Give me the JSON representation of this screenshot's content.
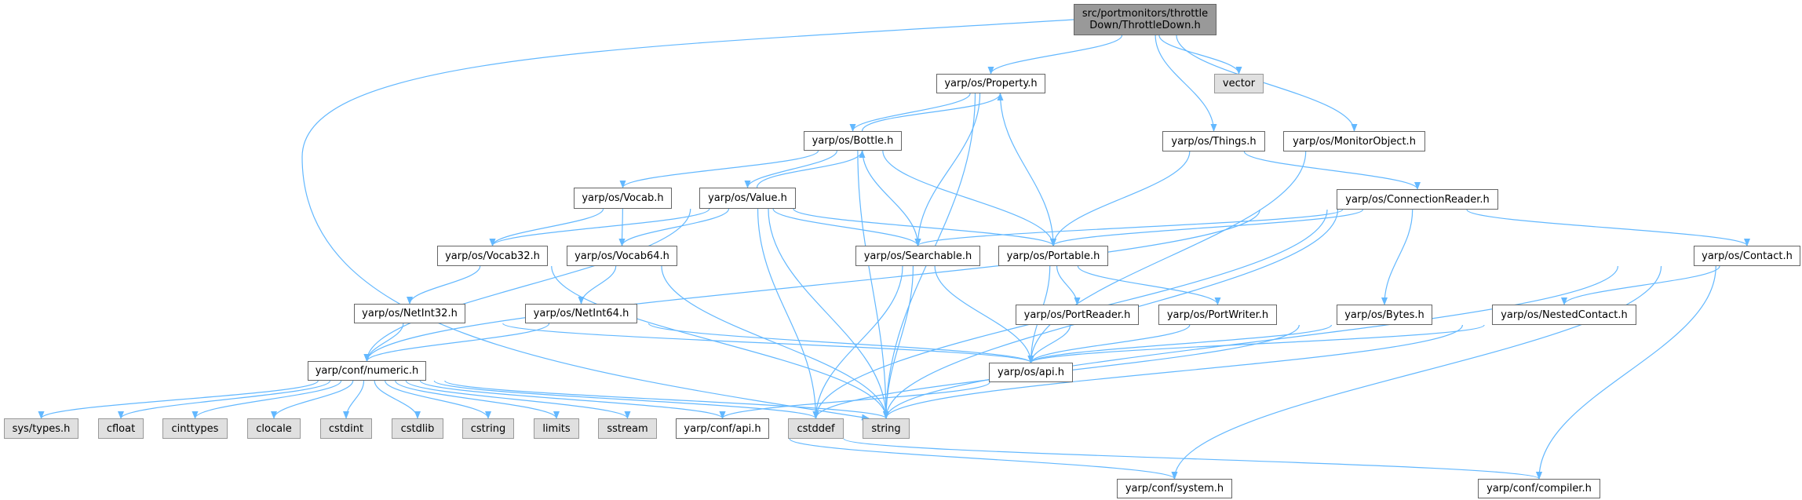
{
  "graph": {
    "edge_color": "#63b8ff",
    "nodes": [
      {
        "id": "root",
        "label": "src/portmonitors/throttle Down/ThrottleDown.h",
        "kind": "root"
      },
      {
        "id": "property",
        "label": "yarp/os/Property.h",
        "kind": "local"
      },
      {
        "id": "vector",
        "label": "vector",
        "kind": "system"
      },
      {
        "id": "things",
        "label": "yarp/os/Things.h",
        "kind": "local"
      },
      {
        "id": "monitor",
        "label": "yarp/os/MonitorObject.h",
        "kind": "local"
      },
      {
        "id": "bottle",
        "label": "yarp/os/Bottle.h",
        "kind": "local"
      },
      {
        "id": "vocab",
        "label": "yarp/os/Vocab.h",
        "kind": "local"
      },
      {
        "id": "value",
        "label": "yarp/os/Value.h",
        "kind": "local"
      },
      {
        "id": "connreader",
        "label": "yarp/os/ConnectionReader.h",
        "kind": "local"
      },
      {
        "id": "vocab32",
        "label": "yarp/os/Vocab32.h",
        "kind": "local"
      },
      {
        "id": "vocab64",
        "label": "yarp/os/Vocab64.h",
        "kind": "local"
      },
      {
        "id": "searchable",
        "label": "yarp/os/Searchable.h",
        "kind": "local"
      },
      {
        "id": "portable",
        "label": "yarp/os/Portable.h",
        "kind": "local"
      },
      {
        "id": "contact",
        "label": "yarp/os/Contact.h",
        "kind": "local"
      },
      {
        "id": "netint32",
        "label": "yarp/os/NetInt32.h",
        "kind": "local"
      },
      {
        "id": "netint64",
        "label": "yarp/os/NetInt64.h",
        "kind": "local"
      },
      {
        "id": "portreader",
        "label": "yarp/os/PortReader.h",
        "kind": "local"
      },
      {
        "id": "portwriter",
        "label": "yarp/os/PortWriter.h",
        "kind": "local"
      },
      {
        "id": "bytes",
        "label": "yarp/os/Bytes.h",
        "kind": "local"
      },
      {
        "id": "nestedcontact",
        "label": "yarp/os/NestedContact.h",
        "kind": "local"
      },
      {
        "id": "numeric",
        "label": "yarp/conf/numeric.h",
        "kind": "local"
      },
      {
        "id": "osapi",
        "label": "yarp/os/api.h",
        "kind": "local"
      },
      {
        "id": "systypes",
        "label": "sys/types.h",
        "kind": "system"
      },
      {
        "id": "cfloat",
        "label": "cfloat",
        "kind": "system"
      },
      {
        "id": "cinttypes",
        "label": "cinttypes",
        "kind": "system"
      },
      {
        "id": "clocale",
        "label": "clocale",
        "kind": "system"
      },
      {
        "id": "cstdint",
        "label": "cstdint",
        "kind": "system"
      },
      {
        "id": "cstdlib",
        "label": "cstdlib",
        "kind": "system"
      },
      {
        "id": "cstring",
        "label": "cstring",
        "kind": "system"
      },
      {
        "id": "limits",
        "label": "limits",
        "kind": "system"
      },
      {
        "id": "sstream",
        "label": "sstream",
        "kind": "system"
      },
      {
        "id": "confapi",
        "label": "yarp/conf/api.h",
        "kind": "local"
      },
      {
        "id": "cstddef",
        "label": "cstddef",
        "kind": "system"
      },
      {
        "id": "string",
        "label": "string",
        "kind": "system"
      },
      {
        "id": "confsystem",
        "label": "yarp/conf/system.h",
        "kind": "local"
      },
      {
        "id": "compiler",
        "label": "yarp/conf/compiler.h",
        "kind": "local"
      }
    ],
    "edges": [
      [
        "root",
        "property"
      ],
      [
        "root",
        "string"
      ],
      [
        "root",
        "vector"
      ],
      [
        "root",
        "things"
      ],
      [
        "root",
        "monitor"
      ],
      [
        "property",
        "bottle"
      ],
      [
        "property",
        "searchable"
      ],
      [
        "property",
        "portable"
      ],
      [
        "property",
        "string"
      ],
      [
        "bottle",
        "property"
      ],
      [
        "bottle",
        "vocab"
      ],
      [
        "bottle",
        "value"
      ],
      [
        "bottle",
        "string"
      ],
      [
        "bottle",
        "searchable"
      ],
      [
        "bottle",
        "portable"
      ],
      [
        "value",
        "bottle"
      ],
      [
        "value",
        "vocab32"
      ],
      [
        "value",
        "vocab64"
      ],
      [
        "value",
        "numeric"
      ],
      [
        "value",
        "cstddef"
      ],
      [
        "value",
        "string"
      ],
      [
        "value",
        "searchable"
      ],
      [
        "value",
        "portable"
      ],
      [
        "vocab",
        "vocab32"
      ],
      [
        "vocab",
        "vocab64"
      ],
      [
        "vocab32",
        "netint32"
      ],
      [
        "vocab32",
        "string"
      ],
      [
        "vocab64",
        "netint64"
      ],
      [
        "vocab64",
        "string"
      ],
      [
        "netint32",
        "numeric"
      ],
      [
        "netint32",
        "osapi"
      ],
      [
        "netint64",
        "numeric"
      ],
      [
        "netint64",
        "osapi"
      ],
      [
        "numeric",
        "systypes"
      ],
      [
        "numeric",
        "cfloat"
      ],
      [
        "numeric",
        "cinttypes"
      ],
      [
        "numeric",
        "clocale"
      ],
      [
        "numeric",
        "cstdint"
      ],
      [
        "numeric",
        "cstdlib"
      ],
      [
        "numeric",
        "cstring"
      ],
      [
        "numeric",
        "limits"
      ],
      [
        "numeric",
        "sstream"
      ],
      [
        "numeric",
        "confapi"
      ],
      [
        "numeric",
        "cstddef"
      ],
      [
        "numeric",
        "string"
      ],
      [
        "searchable",
        "osapi"
      ],
      [
        "searchable",
        "cstddef"
      ],
      [
        "searchable",
        "string"
      ],
      [
        "portable",
        "osapi"
      ],
      [
        "portable",
        "portreader"
      ],
      [
        "portable",
        "portwriter"
      ],
      [
        "portreader",
        "osapi"
      ],
      [
        "portwriter",
        "osapi"
      ],
      [
        "things",
        "portable"
      ],
      [
        "things",
        "connreader"
      ],
      [
        "monitor",
        "osapi"
      ],
      [
        "connreader",
        "searchable"
      ],
      [
        "connreader",
        "portable"
      ],
      [
        "connreader",
        "numeric"
      ],
      [
        "connreader",
        "bytes"
      ],
      [
        "connreader",
        "contact"
      ],
      [
        "connreader",
        "string"
      ],
      [
        "connreader",
        "cstddef"
      ],
      [
        "bytes",
        "osapi"
      ],
      [
        "bytes",
        "cstddef"
      ],
      [
        "contact",
        "nestedcontact"
      ],
      [
        "contact",
        "string"
      ],
      [
        "contact",
        "confsystem"
      ],
      [
        "contact",
        "compiler"
      ],
      [
        "nestedcontact",
        "osapi"
      ],
      [
        "nestedcontact",
        "string"
      ],
      [
        "osapi",
        "confapi"
      ],
      [
        "confapi",
        "confsystem"
      ],
      [
        "confapi",
        "compiler"
      ]
    ]
  }
}
